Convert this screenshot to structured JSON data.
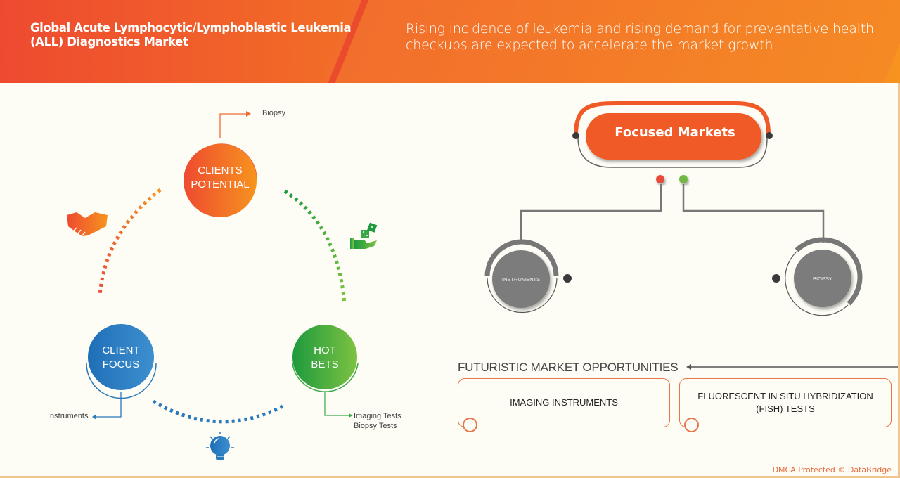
{
  "header": {
    "title": "Global Acute Lymphocytic/Lymphoblastic Leukemia (ALL) Diagnostics Market",
    "tagline": "Rising incidence of leukemia and rising demand for preventative health checkups are expected to accelerate the market growth"
  },
  "cycle": {
    "nodes": [
      {
        "id": "clients-potential",
        "line1": "CLIENTS",
        "line2": "POTENTIAL",
        "color_from": "#ee4a30",
        "color_to": "#f7931e",
        "callout": [
          "Biopsy"
        ]
      },
      {
        "id": "client-focus",
        "line1": "CLIENT",
        "line2": "FOCUS",
        "color_from": "#1f6fb8",
        "color_to": "#3d8fcf",
        "callout": [
          "Instruments"
        ]
      },
      {
        "id": "hot-bets",
        "line1": "HOT",
        "line2": "BETS",
        "color_from": "#1e9a3e",
        "color_to": "#7dc242",
        "callout": [
          "Imaging Tests",
          "Biopsy Tests"
        ]
      }
    ],
    "icons": [
      "handshake-icon",
      "dice-hand-icon",
      "lightbulb-icon"
    ]
  },
  "focused_markets": {
    "title": "Focused Markets",
    "accent": "#f05a28",
    "items": [
      "INSTRUMENTS",
      "BIOPSY"
    ],
    "connector_colors": [
      "#e84c3d",
      "#72b843"
    ]
  },
  "opportunities": {
    "title": "FUTURISTIC MARKET OPPORTUNITIES",
    "items": [
      "IMAGING INSTRUMENTS",
      "FLUORESCENT IN SITU HYBRIDIZATION (FISH) TESTS"
    ]
  },
  "footer": {
    "dmca": "DMCA Protected © DataBridge"
  }
}
